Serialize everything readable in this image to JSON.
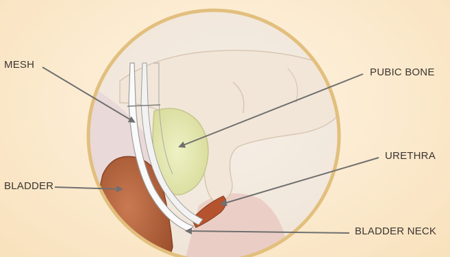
{
  "labels": {
    "mesh": "MESH",
    "pubic_bone": "PUBIC BONE",
    "urethra": "URETHRA",
    "bladder": "BLADDER",
    "bladder_neck": "BLADDER NECK"
  },
  "colors": {
    "background": "#fbe9cc",
    "circle_border": "#e2bf7d",
    "pointer_lines": "#6f6f6f",
    "bladder": "#b8603a",
    "bone": "#e9ecb6",
    "mesh": "#f6f6f6"
  }
}
